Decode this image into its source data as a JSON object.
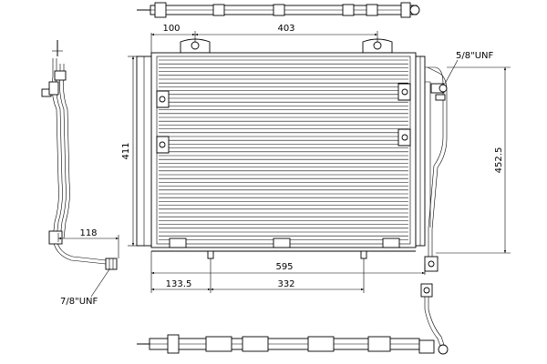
{
  "dimensions": {
    "d100": "100",
    "d403": "403",
    "d411": "411",
    "d452": "452.5",
    "d118": "118",
    "d595": "595",
    "d133": "133.5",
    "d332": "332"
  },
  "threads": {
    "right": "5/8\"UNF",
    "left": "7/8\"UNF"
  }
}
